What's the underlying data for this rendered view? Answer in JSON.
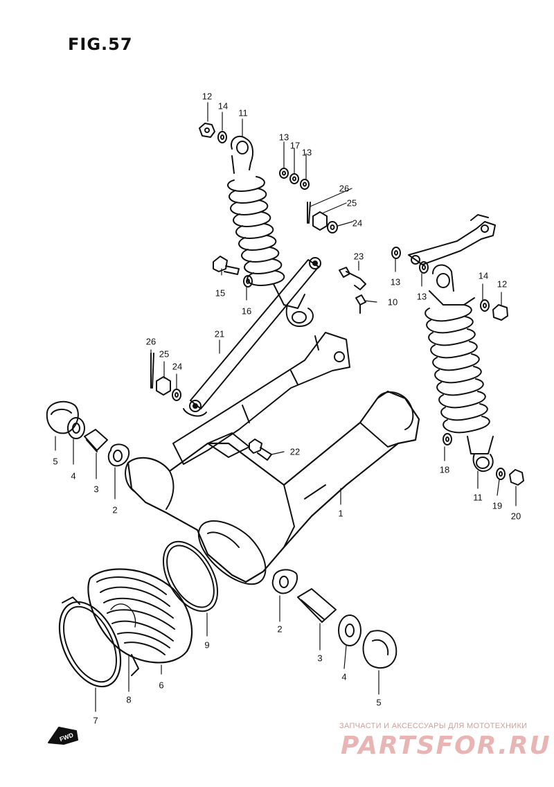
{
  "figure": {
    "title": "FIG.57"
  },
  "callouts": [
    {
      "id": "c1",
      "text": "1"
    },
    {
      "id": "c2a",
      "text": "2"
    },
    {
      "id": "c2b",
      "text": "2"
    },
    {
      "id": "c3a",
      "text": "3"
    },
    {
      "id": "c3b",
      "text": "3"
    },
    {
      "id": "c4a",
      "text": "4"
    },
    {
      "id": "c4b",
      "text": "4"
    },
    {
      "id": "c5a",
      "text": "5"
    },
    {
      "id": "c5b",
      "text": "5"
    },
    {
      "id": "c6",
      "text": "6"
    },
    {
      "id": "c7",
      "text": "7"
    },
    {
      "id": "c8",
      "text": "8"
    },
    {
      "id": "c9",
      "text": "9"
    },
    {
      "id": "c10",
      "text": "10"
    },
    {
      "id": "c11a",
      "text": "11"
    },
    {
      "id": "c11b",
      "text": "11"
    },
    {
      "id": "c12a",
      "text": "12"
    },
    {
      "id": "c12b",
      "text": "12"
    },
    {
      "id": "c13a",
      "text": "13"
    },
    {
      "id": "c13b",
      "text": "13"
    },
    {
      "id": "c13c",
      "text": "13"
    },
    {
      "id": "c13d",
      "text": "13"
    },
    {
      "id": "c14a",
      "text": "14"
    },
    {
      "id": "c14b",
      "text": "14"
    },
    {
      "id": "c15",
      "text": "15"
    },
    {
      "id": "c16",
      "text": "16"
    },
    {
      "id": "c17",
      "text": "17"
    },
    {
      "id": "c18",
      "text": "18"
    },
    {
      "id": "c19",
      "text": "19"
    },
    {
      "id": "c20",
      "text": "20"
    },
    {
      "id": "c21",
      "text": "21"
    },
    {
      "id": "c22",
      "text": "22"
    },
    {
      "id": "c23",
      "text": "23"
    },
    {
      "id": "c24a",
      "text": "24"
    },
    {
      "id": "c24b",
      "text": "24"
    },
    {
      "id": "c25a",
      "text": "25"
    },
    {
      "id": "c25b",
      "text": "25"
    },
    {
      "id": "c26a",
      "text": "26"
    },
    {
      "id": "c26b",
      "text": "26"
    }
  ],
  "fwd_marker": "FWD",
  "watermark": {
    "tagline": "ЗАПЧАСТИ И АКСЕССУАРЫ ДЛЯ МОТОТЕХНИКИ",
    "logo": "PARTSFOR.RU"
  }
}
